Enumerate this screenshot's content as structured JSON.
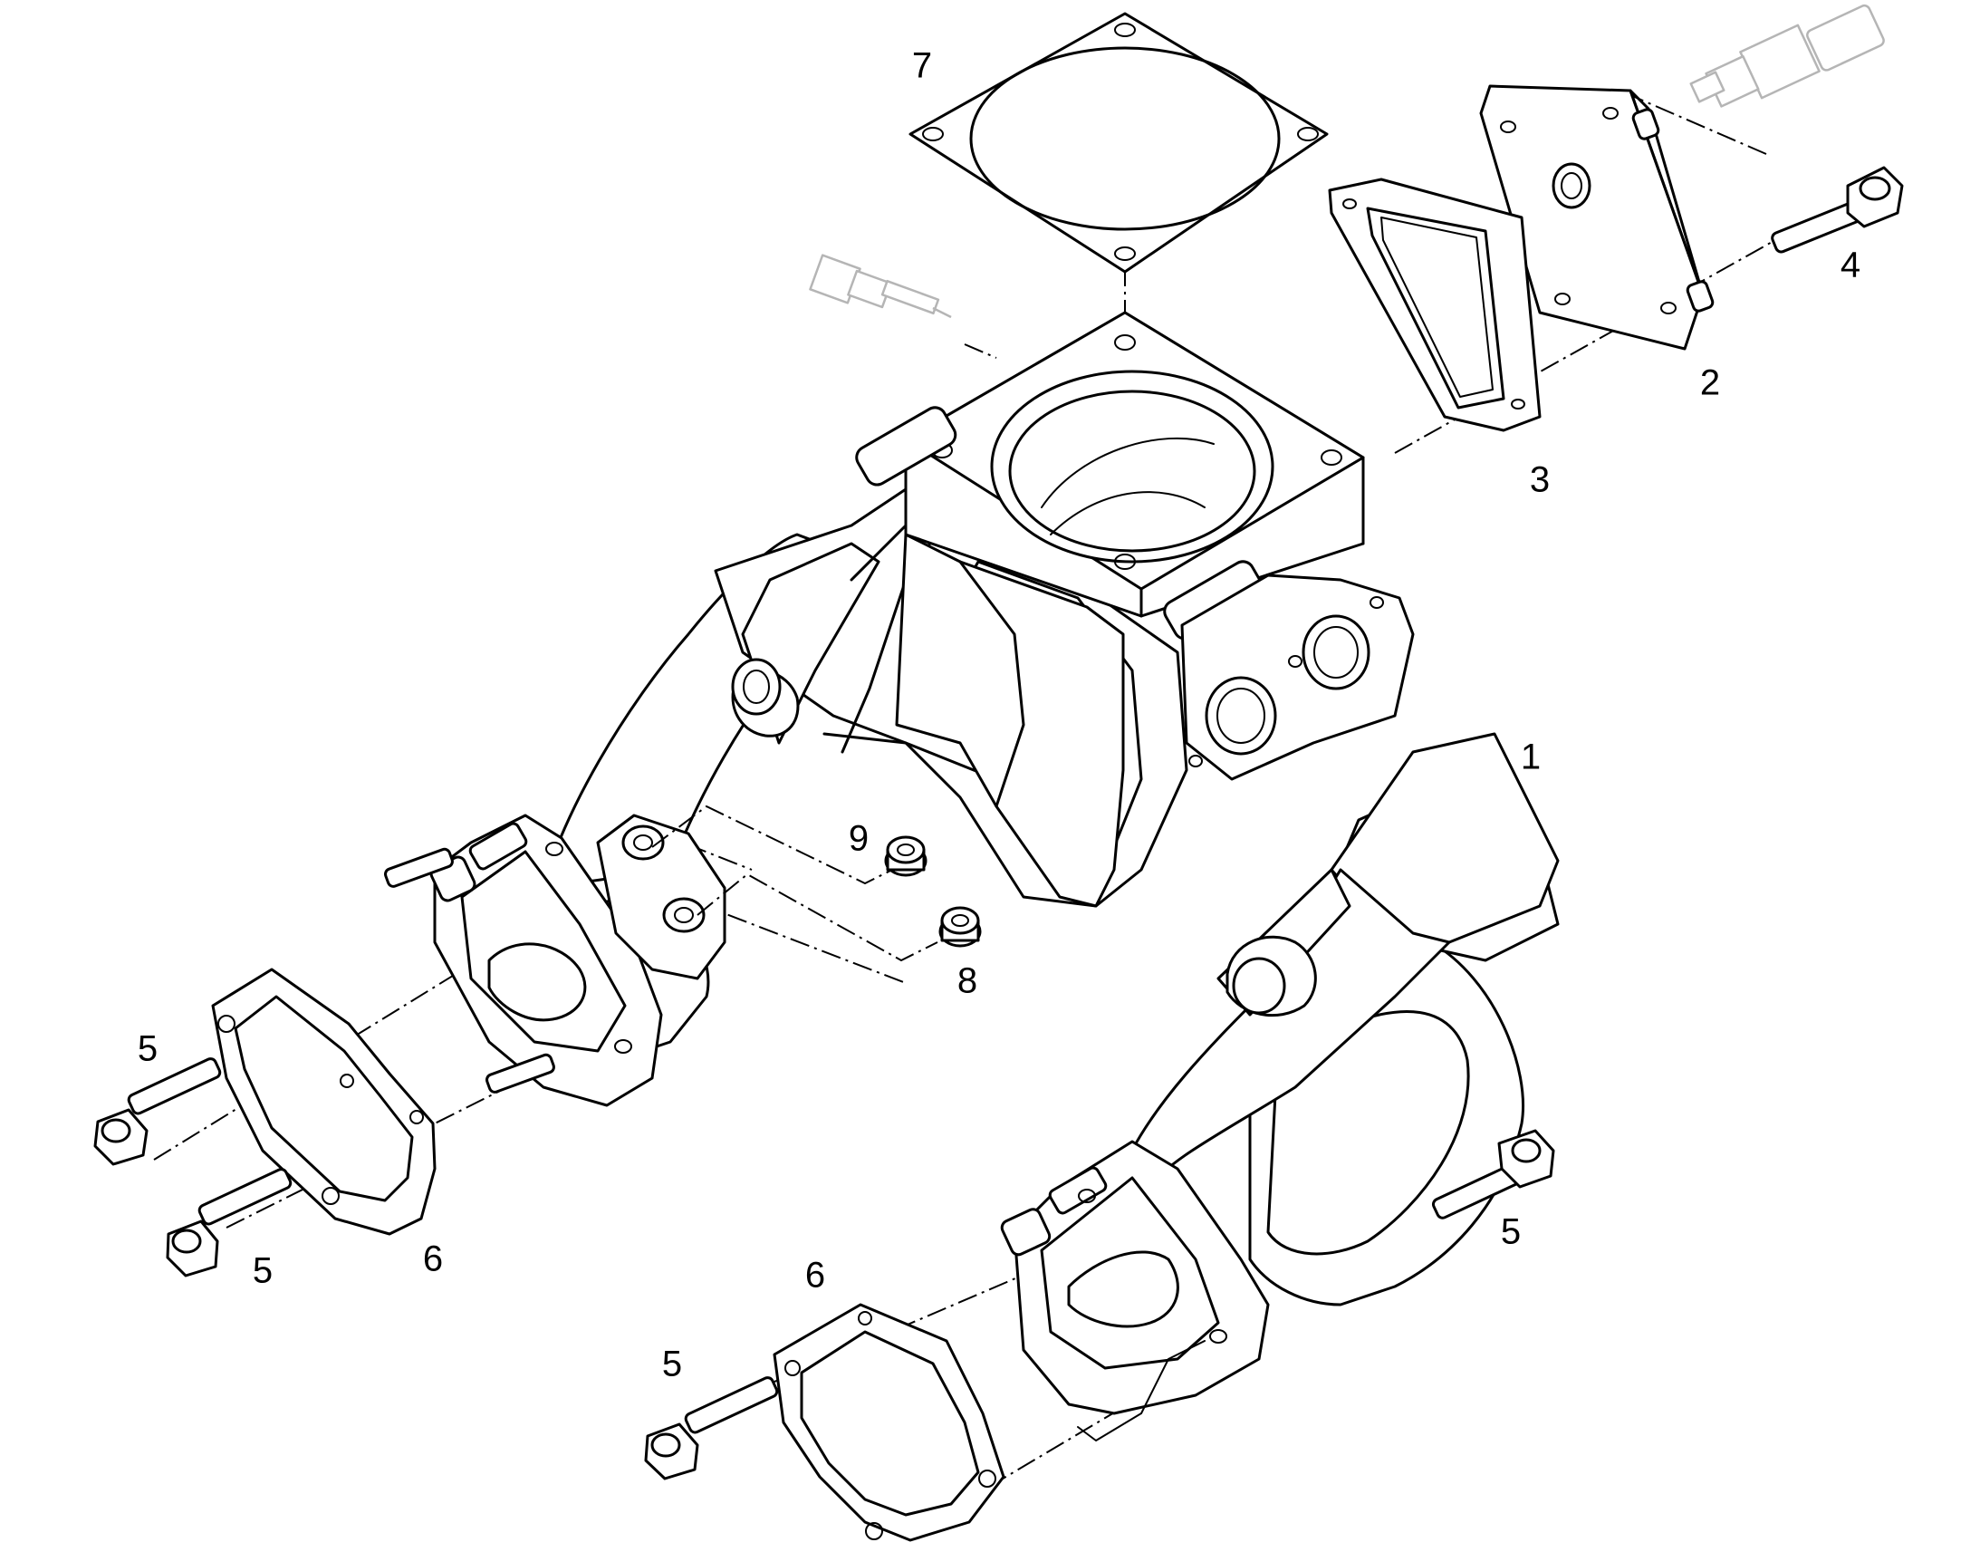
{
  "callouts": [
    {
      "id": "callout-1",
      "label": "1"
    },
    {
      "id": "callout-2",
      "label": "2"
    },
    {
      "id": "callout-3",
      "label": "3"
    },
    {
      "id": "callout-4",
      "label": "4"
    },
    {
      "id": "callout-5a",
      "label": "5"
    },
    {
      "id": "callout-5b",
      "label": "5"
    },
    {
      "id": "callout-5c",
      "label": "5"
    },
    {
      "id": "callout-5d",
      "label": "5"
    },
    {
      "id": "callout-6a",
      "label": "6"
    },
    {
      "id": "callout-6b",
      "label": "6"
    },
    {
      "id": "callout-7",
      "label": "7"
    },
    {
      "id": "callout-8",
      "label": "8"
    },
    {
      "id": "callout-9",
      "label": "9"
    }
  ]
}
